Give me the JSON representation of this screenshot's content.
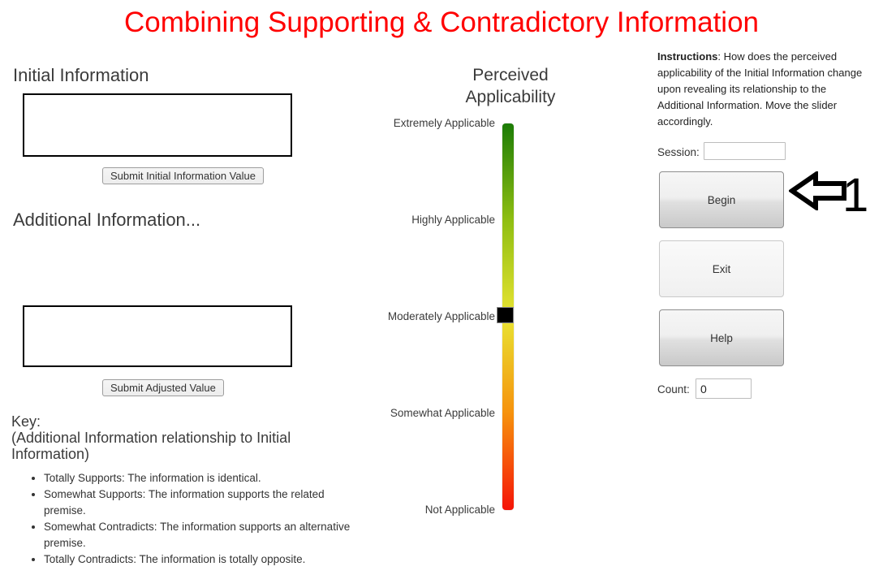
{
  "title": "Combining Supporting & Contradictory Information",
  "colors": {
    "title": "#ff0000",
    "slider_gradient_top_to_bottom": [
      "#1c7c06",
      "#8fbe12",
      "#e8e432",
      "#f6920d",
      "#f51408"
    ],
    "slider_handle": "#000000"
  },
  "left": {
    "initial_heading": "Initial Information",
    "submit_initial_label": "Submit Initial Information Value",
    "additional_heading": "Additional Information...",
    "submit_adjusted_label": "Submit Adjusted Value",
    "key": {
      "heading": "Key:",
      "subheading": "(Additional Information relationship to Initial Information)",
      "items": [
        "Totally Supports: The information is identical.",
        "Somewhat Supports: The information supports the related premise.",
        "Somewhat Contradicts: The information supports an alternative premise.",
        "Totally Contradicts: The information is totally opposite."
      ]
    }
  },
  "slider": {
    "heading": "Perceived Applicability",
    "labels": [
      "Extremely Applicable",
      "Highly Applicable",
      "Moderately Applicable",
      "Somewhat Applicable",
      "Not Applicable"
    ],
    "handle_at_label": "Moderately Applicable"
  },
  "right": {
    "instructions_label": "Instructions",
    "instructions_text": ": How does the perceived applicability of the Initial Information change upon revealing its relationship to the Additional Information. Move the slider accordingly.",
    "session_label": "Session:",
    "session_value": "",
    "begin_label": "Begin",
    "exit_label": "Exit",
    "help_label": "Help",
    "count_label": "Count:",
    "count_value": "0",
    "annotation_number": "1",
    "annotation_arrow": "left-block-arrow"
  }
}
